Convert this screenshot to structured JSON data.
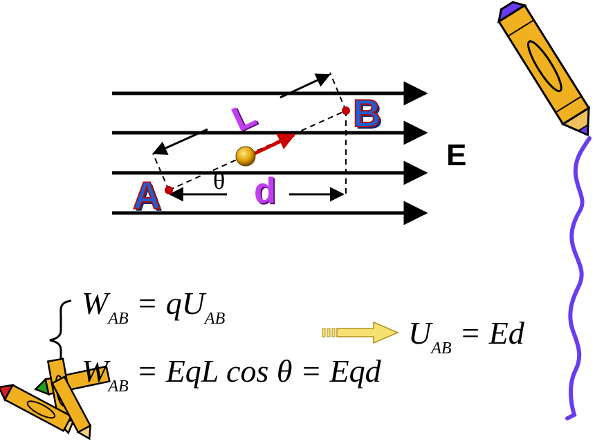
{
  "diagram": {
    "point_a": "A",
    "point_b": "B",
    "length_label": "L",
    "distance_label": "d",
    "angle_label": "θ",
    "field_label": "E"
  },
  "equations": {
    "eq1": {
      "lhs": "W",
      "lhs_sub": "AB",
      "rhs": "= qU",
      "rhs_sub": "AB"
    },
    "eq2": {
      "lhs": "W",
      "lhs_sub": "AB",
      "rhs": "= EqL cos θ = Eqd"
    },
    "result": {
      "lhs": "U",
      "lhs_sub": "AB",
      "rhs": "= Ed"
    }
  },
  "colors": {
    "field_line": "#000000",
    "point": "#c00000",
    "charge": "#e0a000",
    "velocity_arrow": "#cc0000",
    "label_a": "#1c5fd6",
    "label_b": "#1c5fd6",
    "label_l": "#c040f0",
    "label_d": "#c040f0",
    "implies_arrow": "#f5e070",
    "squiggle": "#6a3cf0",
    "crayon": "#f0b020"
  },
  "icons": [
    "crayon-icon",
    "crayons-bundle-icon",
    "implies-arrow-icon",
    "squiggle-decoration"
  ]
}
